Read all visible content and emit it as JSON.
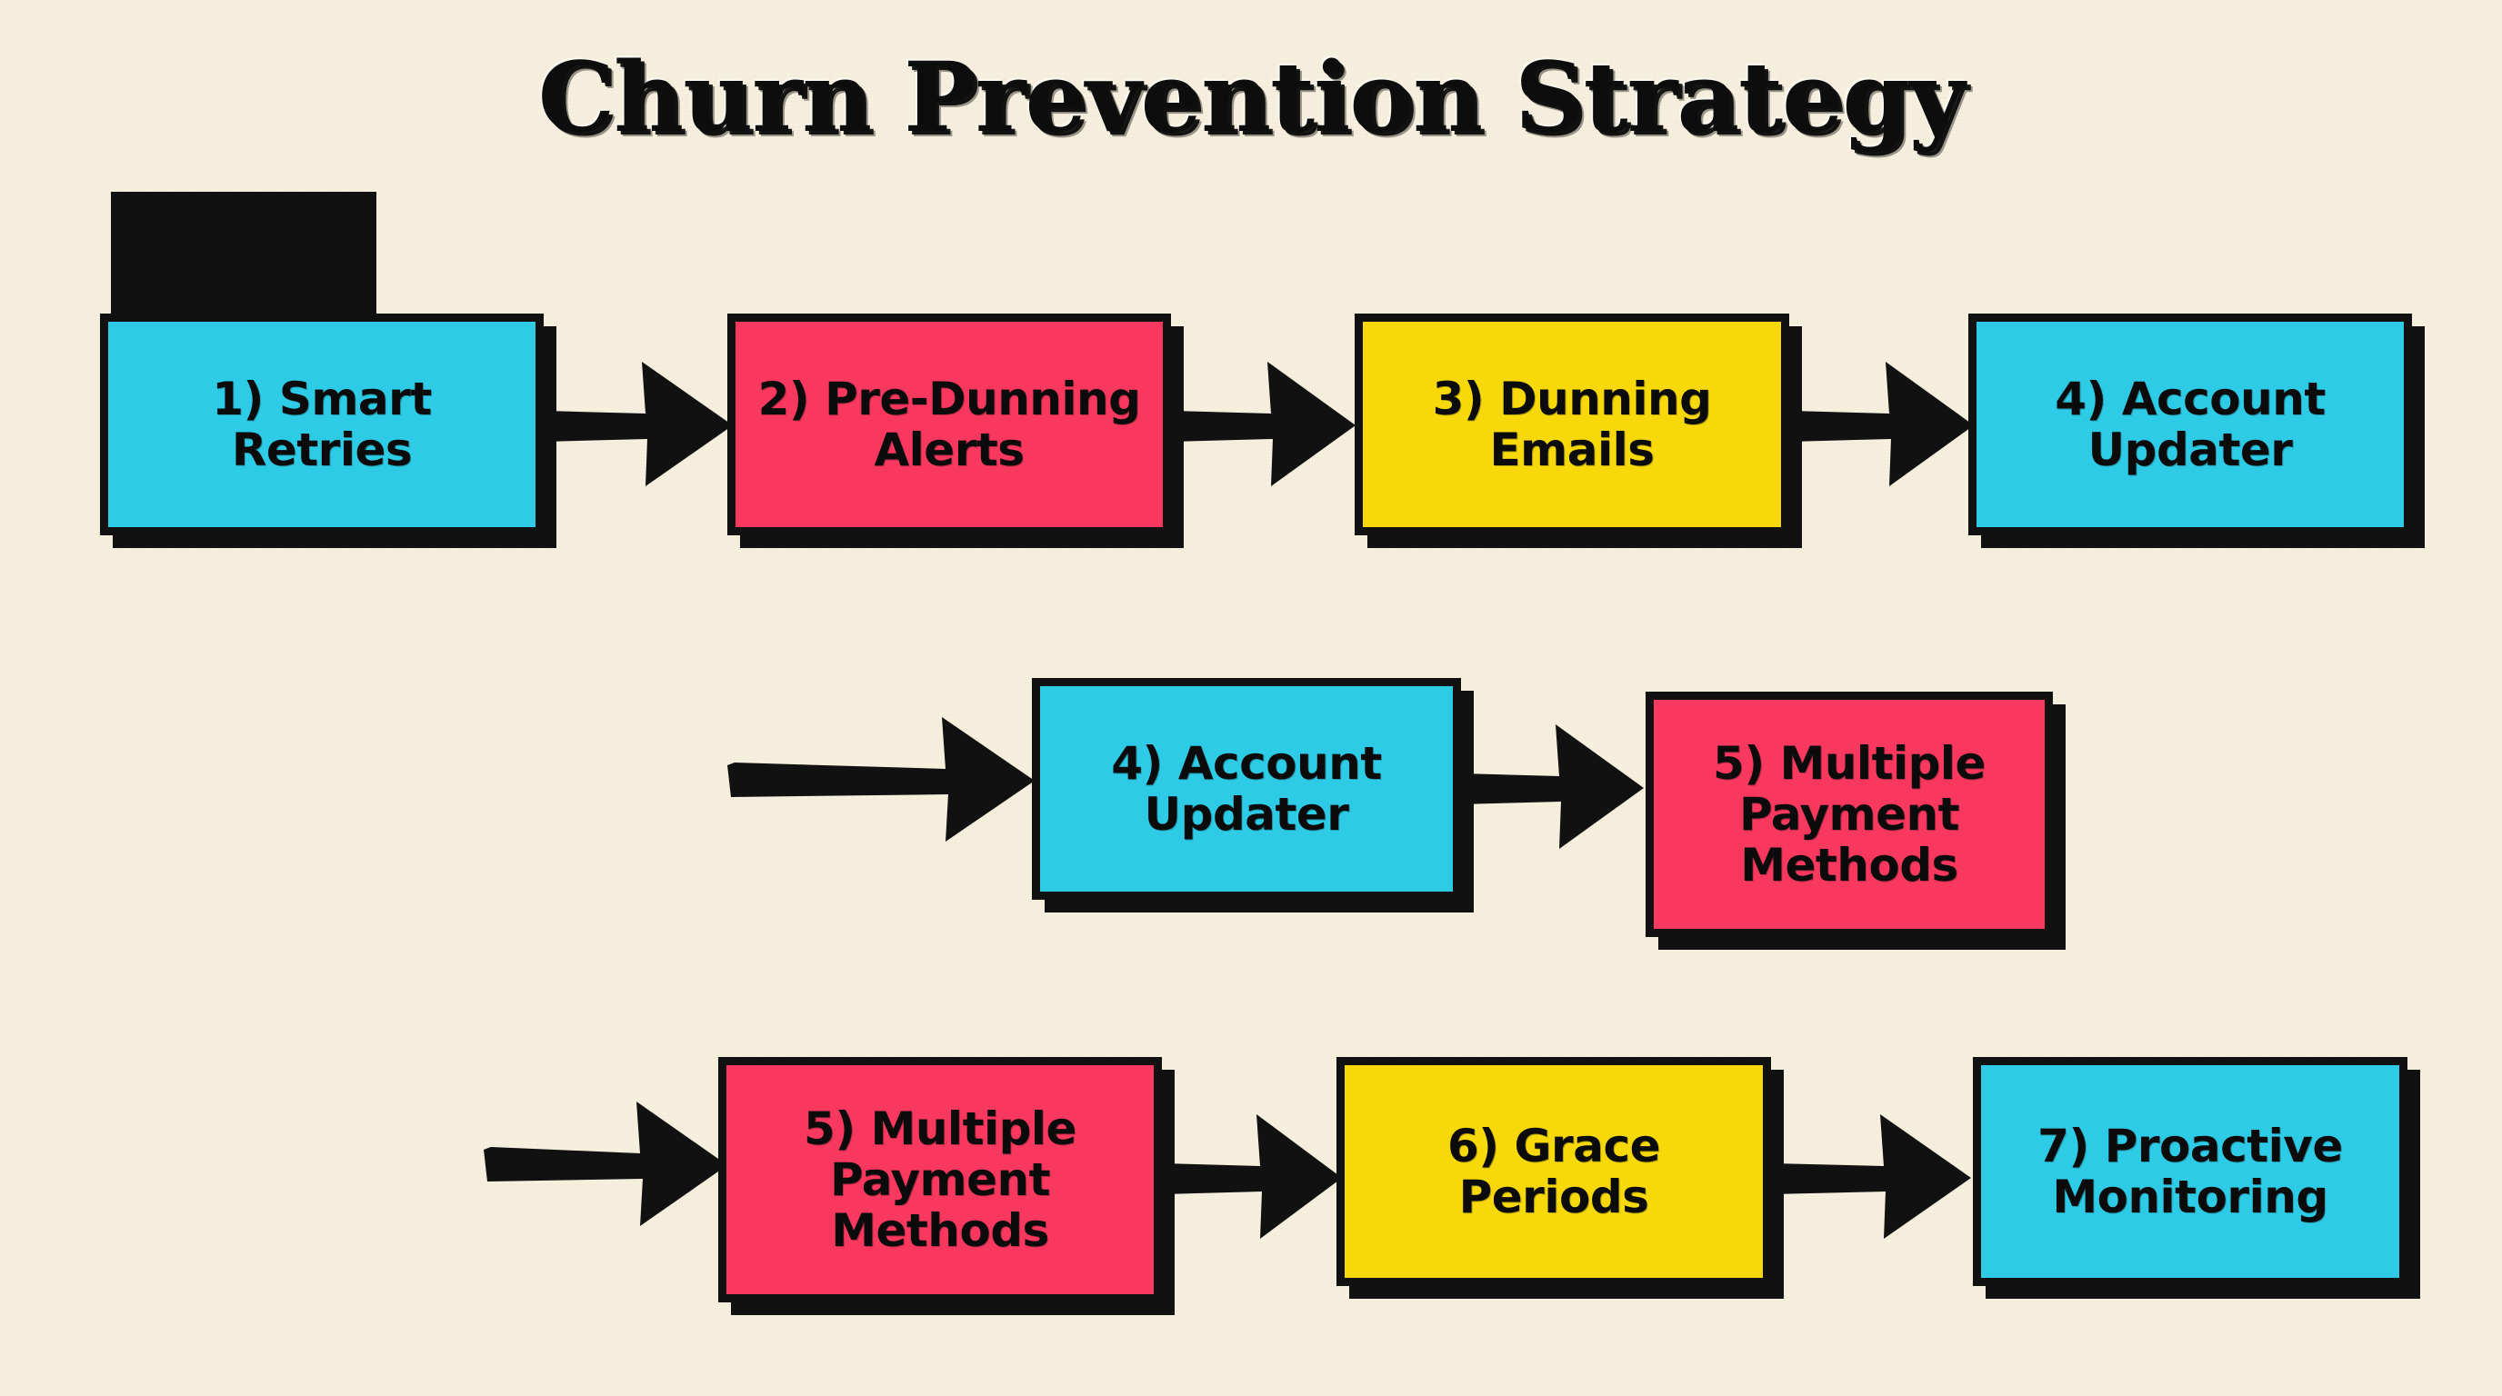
{
  "title": "Churn Prevention Strategy",
  "colors": {
    "background": "#f7f0de",
    "ink": "#111111",
    "cyan": "#2ecbe6",
    "pink": "#f9385f",
    "yellow": "#f7d90b",
    "text": "#0b0b0b"
  },
  "diagram": {
    "type": "flowchart",
    "direction": "left-to-right, wrapping across 3 rows",
    "rows": [
      {
        "row_index": 0,
        "leading_arrow": false,
        "nodes": [
          {
            "step": "1",
            "label": "1) Smart\nRetries",
            "color": "cyan"
          },
          {
            "step": "2",
            "label": "2) Pre-Dunning\nAlerts",
            "color": "pink"
          },
          {
            "step": "3",
            "label": "3) Dunning\nEmails",
            "color": "yellow"
          },
          {
            "step": "4",
            "label": "4) Account\nUpdater",
            "color": "cyan"
          }
        ]
      },
      {
        "row_index": 1,
        "leading_arrow": true,
        "nodes": [
          {
            "step": "4",
            "label": "4) Account\nUpdater",
            "color": "cyan"
          },
          {
            "step": "5",
            "label": "5) Multiple\nPayment\nMethods",
            "color": "pink"
          }
        ]
      },
      {
        "row_index": 2,
        "leading_arrow": true,
        "nodes": [
          {
            "step": "5",
            "label": "5) Multiple\nPayment\nMethods",
            "color": "pink"
          },
          {
            "step": "6",
            "label": "6) Grace\nPeriods",
            "color": "yellow"
          },
          {
            "step": "7",
            "label": "7) Proactive\nMonitoring",
            "color": "cyan"
          }
        ]
      }
    ],
    "sequence": [
      "1) Smart Retries",
      "2) Pre-Dunning Alerts",
      "3) Dunning Emails",
      "4) Account Updater",
      "5) Multiple Payment Methods",
      "6) Grace Periods",
      "7) Proactive Monitoring"
    ]
  }
}
